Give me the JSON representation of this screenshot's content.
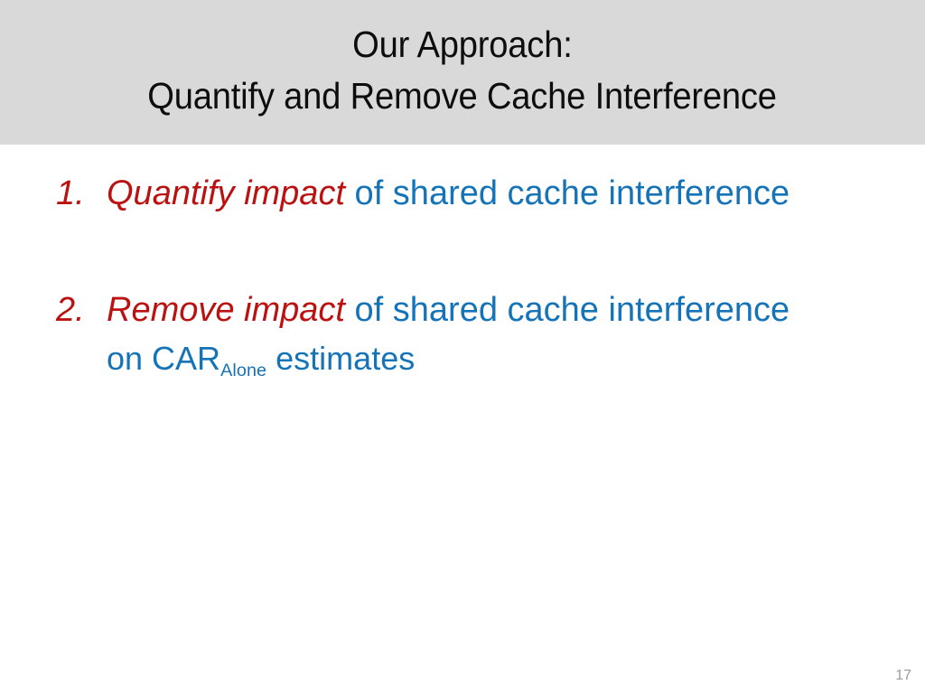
{
  "slide": {
    "background_color": "#ffffff",
    "title": {
      "band_color": "#d9d9d9",
      "text_color": "#0d0d0d",
      "line1": "Our Approach:",
      "line2": "Quantify and Remove Cache Interference"
    },
    "accent_colors": {
      "emphasis_red": "#bb1111",
      "body_blue": "#1573b8",
      "page_number_gray": "#9b9b9b"
    },
    "body": {
      "items": [
        {
          "number": "1.",
          "emphasis": "Quantify impact",
          "rest": " of shared cache interference",
          "continuation_prefix": "",
          "continuation_subscript": "",
          "continuation_suffix": ""
        },
        {
          "number": "2.",
          "emphasis": "Remove impact",
          "rest": " of shared cache interference",
          "continuation_prefix": "on CAR",
          "continuation_subscript": "Alone",
          "continuation_suffix": " estimates"
        }
      ]
    },
    "footer": {
      "page_number": "17"
    }
  }
}
